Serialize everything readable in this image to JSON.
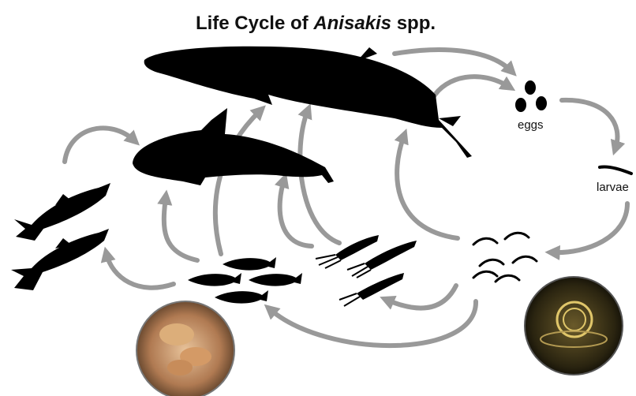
{
  "title": {
    "prefix": "Life Cycle of ",
    "genus": "Anisakis",
    "suffix": " spp."
  },
  "labels": {
    "eggs": "eggs",
    "larvae": "larvae"
  },
  "colors": {
    "arrow": "#999999",
    "silhouette": "#000000",
    "background": "#ffffff"
  },
  "icons": [
    "whale-icon",
    "orca-icon",
    "salmon-icon",
    "small-fish-icon",
    "squid-icon",
    "krill-icon",
    "egg-icon",
    "larva-icon"
  ]
}
